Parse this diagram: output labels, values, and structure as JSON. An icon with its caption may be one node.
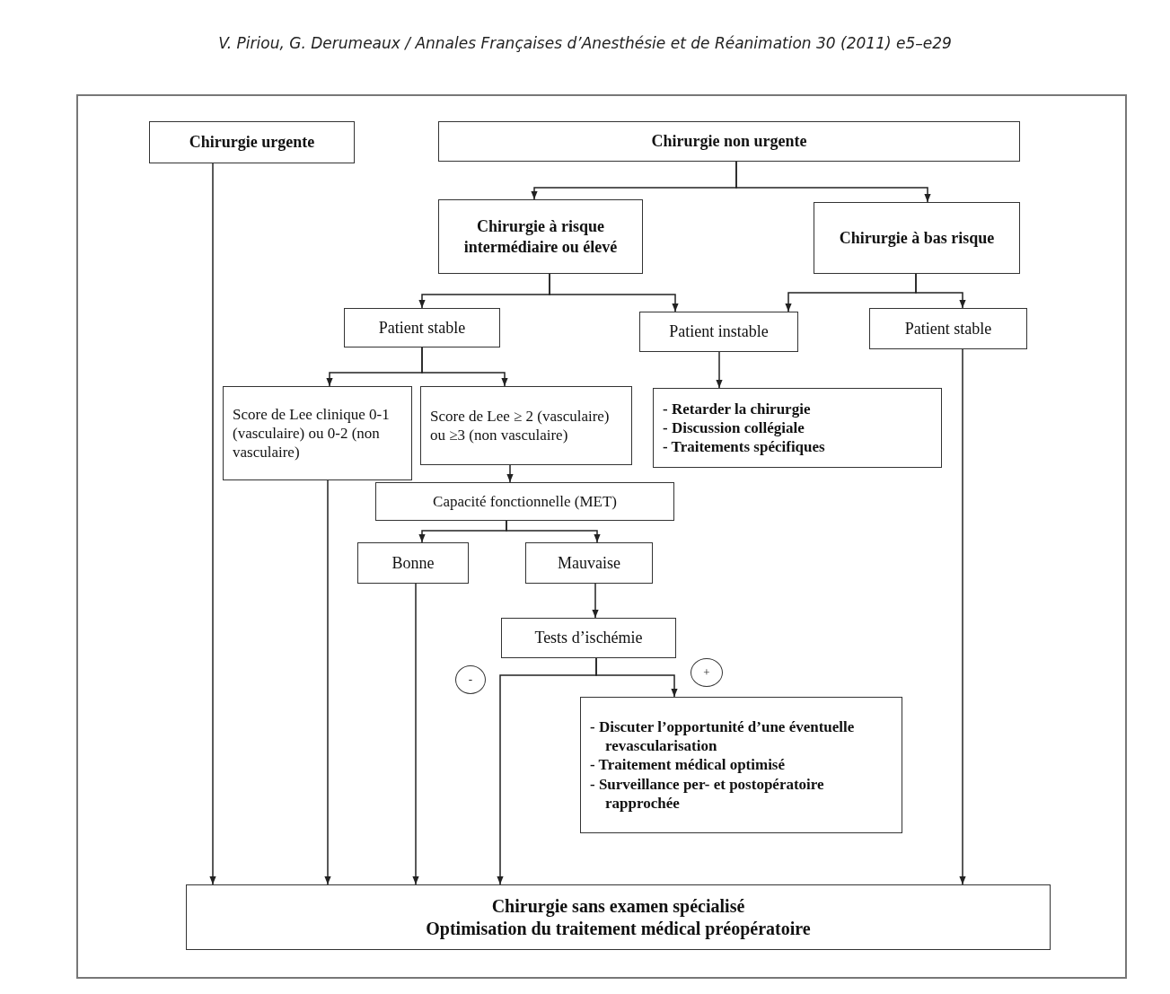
{
  "diagram": {
    "nodes": [
      {
        "text": [
          "Chirurgie urgente"
        ]
      },
      {
        "text": [
          "Chirurgie non urgente"
        ]
      },
      {
        "text": [
          "Chirurgie à risque intermédiaire ou élevé"
        ]
      },
      {
        "text": [
          "Chirurgie à bas risque"
        ]
      },
      {
        "text": [
          "Patient stable"
        ]
      },
      {
        "text": [
          "Patient instable"
        ]
      },
      {
        "text": [
          "Patient stable"
        ]
      },
      {
        "text": [
          "Score de Lee clinique 0-1 (vasculaire) ou 0-2 (non vasculaire)"
        ]
      },
      {
        "text": [
          "Score de Lee ≥ 2 (vasculaire) ou ≥3 (non vasculaire)"
        ]
      },
      {
        "text": [
          "- Retarder la chirurgie",
          "- Discussion collégiale",
          "- Traitements spécifiques"
        ]
      },
      {
        "text": [
          "Capacité fonctionnelle (MET)"
        ]
      },
      {
        "text": [
          "Bonne"
        ]
      },
      {
        "text": [
          "Mauvaise"
        ]
      },
      {
        "text": [
          "Tests d’ischémie"
        ]
      },
      {
        "text": [
          "-"
        ]
      },
      {
        "text": [
          "+"
        ]
      },
      {
        "text": [
          "- Discuter l’opportunité d’une éventuelle revascularisation",
          "- Traitement médical optimisé",
          "- Surveillance per- et postopératoire rapprochée"
        ]
      },
      {
        "text": [
          "Chirurgie sans examen spécialisé",
          "Optimisation du traitement médical préopératoire"
        ]
      }
    ],
    "edges": [
      {
        "from": 0,
        "to": 17,
        "arrow": "to"
      },
      {
        "from": 1,
        "to": 2,
        "arrow": "to"
      },
      {
        "from": 1,
        "to": 3,
        "arrow": "to"
      },
      {
        "from": 2,
        "to": 4,
        "arrow": "to"
      },
      {
        "from": 2,
        "to": 5,
        "arrow": "to"
      },
      {
        "from": 3,
        "to": 5,
        "arrow": "to"
      },
      {
        "from": 3,
        "to": 6,
        "arrow": "to"
      },
      {
        "from": 4,
        "to": 7,
        "arrow": "to"
      },
      {
        "from": 4,
        "to": 8,
        "arrow": "to"
      },
      {
        "from": 5,
        "to": 9,
        "arrow": "to"
      },
      {
        "from": 6,
        "to": 17,
        "arrow": "to"
      },
      {
        "from": 7,
        "to": 17,
        "arrow": "to"
      },
      {
        "from": 8,
        "to": 10,
        "arrow": "to"
      },
      {
        "from": 10,
        "to": 11,
        "arrow": "to"
      },
      {
        "from": 10,
        "to": 12,
        "arrow": "to"
      },
      {
        "from": 11,
        "to": 17,
        "arrow": "to"
      },
      {
        "from": 12,
        "to": 13,
        "arrow": "to"
      },
      {
        "from": 13,
        "to": 17,
        "arrow": "to"
      },
      {
        "from": 13,
        "to": 16,
        "arrow": "to"
      }
    ],
    "labels": [
      "V. Piriou, G. Derumeaux / Annales Françaises d’Anesthésie et de Réanimation 30 (2011) e5–e29"
    ]
  }
}
